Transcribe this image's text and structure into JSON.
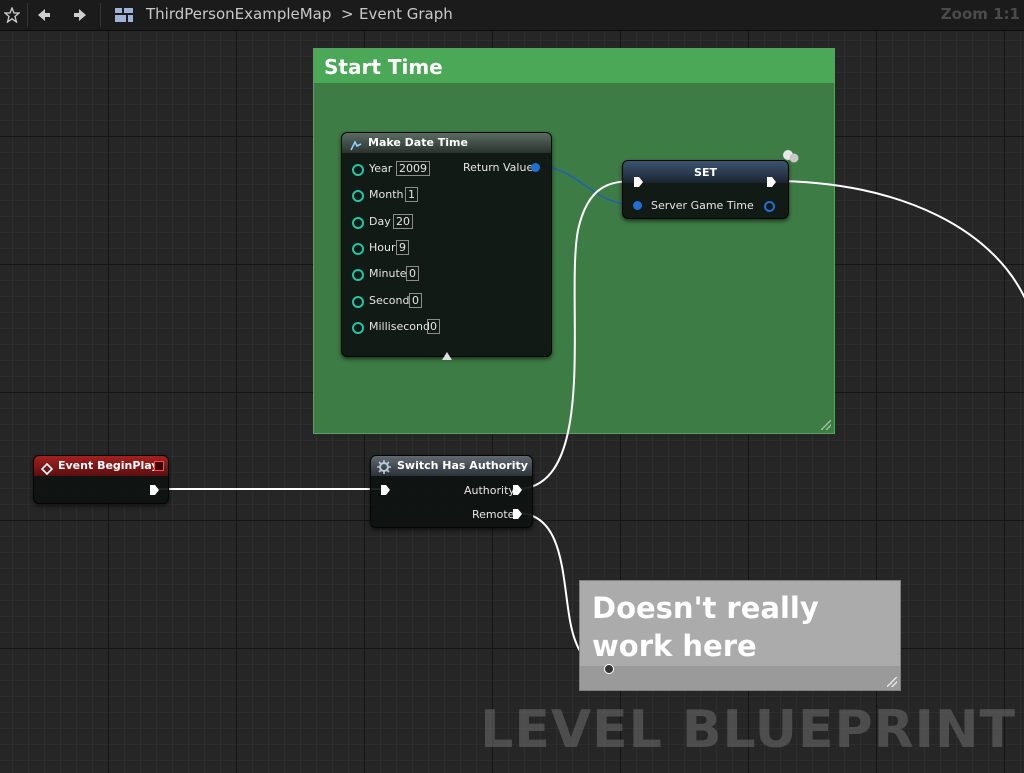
{
  "toolbar": {
    "breadcrumb_map": "ThirdPersonExampleMap",
    "breadcrumb_separator": ">",
    "breadcrumb_graph": "Event Graph",
    "zoom_label": "Zoom 1:1"
  },
  "comment": {
    "title": "Start Time",
    "color": "#4ba857"
  },
  "make_date_time": {
    "title": "Make Date Time",
    "output_label": "Return Value",
    "inputs": [
      {
        "label": "Year",
        "value": "2009"
      },
      {
        "label": "Month",
        "value": "1"
      },
      {
        "label": "Day",
        "value": "20"
      },
      {
        "label": "Hour",
        "value": "9"
      },
      {
        "label": "Minute",
        "value": "0"
      },
      {
        "label": "Second",
        "value": "0"
      },
      {
        "label": "Millisecond",
        "value": "0"
      }
    ]
  },
  "set_node": {
    "title": "SET",
    "pin_label": "Server Game Time"
  },
  "event_begin_play": {
    "title": "Event BeginPlay",
    "header_color": "#8a1a1a"
  },
  "switch_authority": {
    "title": "Switch Has Authority",
    "authority_label": "Authority",
    "remote_label": "Remote"
  },
  "note": {
    "text": "Doesn't really work here"
  },
  "watermark": "LEVEL BLUEPRINT",
  "icons": {
    "favorite": "star-icon",
    "back": "arrow-left-icon",
    "forward": "arrow-right-icon",
    "graph": "blueprint-graph-icon"
  }
}
